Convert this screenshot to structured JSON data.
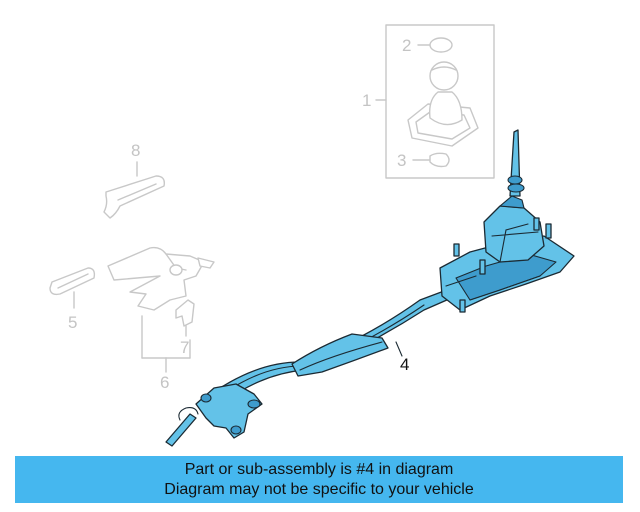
{
  "callouts": {
    "c1": "1",
    "c2": "2",
    "c3": "3",
    "c4": "4",
    "c5": "5",
    "c6": "6",
    "c7": "7",
    "c8": "8"
  },
  "highlighted_part": "4",
  "colors": {
    "highlight": "#63c2e8",
    "ghost": "#c8c8c8",
    "banner": "#45b7ef"
  },
  "banner": {
    "line1": "Part or sub-assembly is #4 in diagram",
    "line2": "Diagram may not be specific to your vehicle"
  }
}
